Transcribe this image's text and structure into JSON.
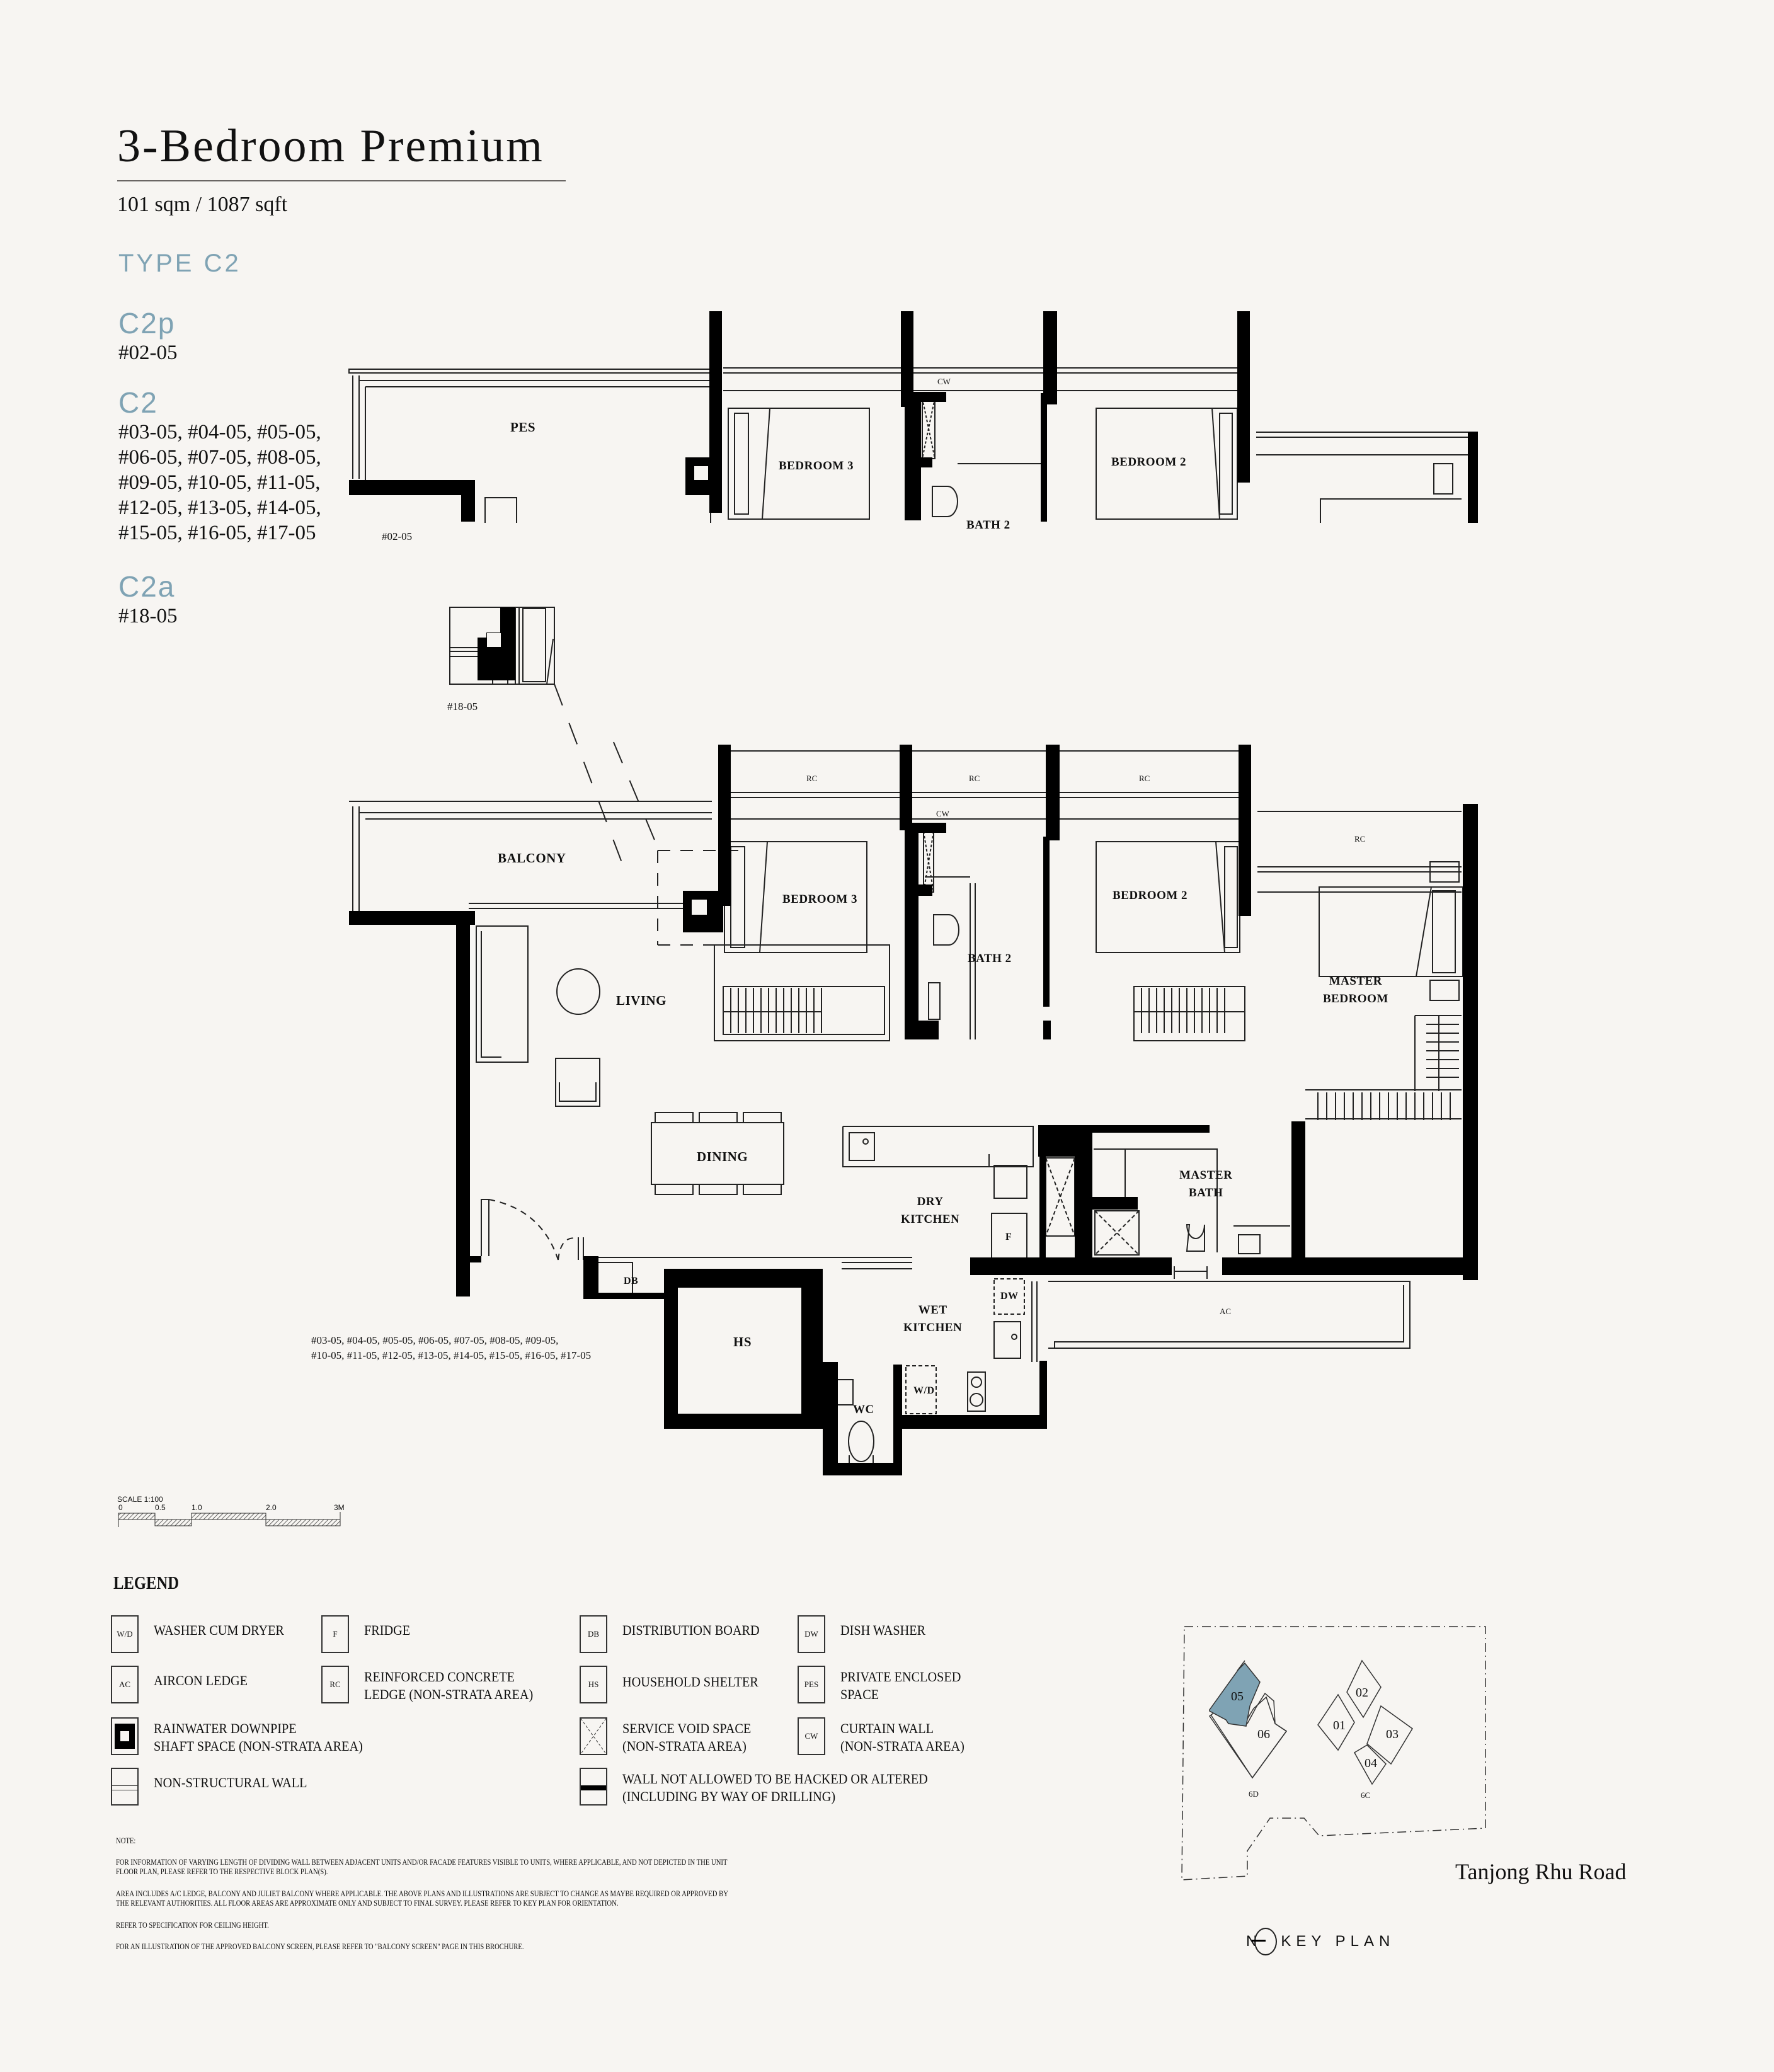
{
  "header": {
    "title": "3-Bedroom Premium",
    "area": "101 sqm / 1087 sqft",
    "type_label": "TYPE C2"
  },
  "variants": [
    {
      "name": "C2p",
      "units": [
        "#02-05"
      ]
    },
    {
      "name": "C2",
      "units": [
        "#03-05, #04-05, #05-05,",
        "#06-05, #07-05, #08-05,",
        "#09-05, #10-05, #11-05,",
        "#12-05, #13-05, #14-05,",
        "#15-05, #16-05, #17-05"
      ]
    },
    {
      "name": "C2a",
      "units": [
        "#18-05"
      ]
    }
  ],
  "plan": {
    "inset_c2p": {
      "unit_label": "#02-05",
      "rooms": {
        "pes": "PES",
        "bedroom3": "BEDROOM 3",
        "bedroom2": "BEDROOM 2",
        "bath2": "BATH 2",
        "cw": "CW"
      }
    },
    "inset_c2a": {
      "unit_label": "#18-05"
    },
    "main": {
      "rooms": {
        "balcony": "BALCONY",
        "living": "LIVING",
        "dining": "DINING",
        "bedroom3": "BEDROOM 3",
        "bath2": "BATH 2",
        "bedroom2": "BEDROOM 2",
        "master_bedroom_1": "MASTER",
        "master_bedroom_2": "BEDROOM",
        "master_bath_1": "MASTER",
        "master_bath_2": "BATH",
        "dry_kitchen_1": "DRY",
        "dry_kitchen_2": "KITCHEN",
        "wet_kitchen_1": "WET",
        "wet_kitchen_2": "KITCHEN",
        "hs": "HS",
        "wc": "WC",
        "db": "DB",
        "dw": "DW",
        "wd": "W/D",
        "f": "F",
        "ac": "AC",
        "cw": "CW",
        "rc": "RC"
      },
      "unit_list": [
        "#03-05, #04-05, #05-05, #06-05, #07-05, #08-05, #09-05,",
        "#10-05, #11-05, #12-05, #13-05, #14-05, #15-05, #16-05, #17-05"
      ]
    }
  },
  "scale": {
    "label": "SCALE 1:100",
    "ticks": [
      "0",
      "0.5",
      "1.0",
      "2.0",
      "3M"
    ]
  },
  "legend": {
    "title": "LEGEND",
    "items": [
      {
        "code": "W/D",
        "label": [
          "WASHER CUM DRYER"
        ]
      },
      {
        "code": "F",
        "label": [
          "FRIDGE"
        ]
      },
      {
        "code": "DB",
        "label": [
          "DISTRIBUTION BOARD"
        ]
      },
      {
        "code": "DW",
        "label": [
          "DISH WASHER"
        ]
      },
      {
        "code": "AC",
        "label": [
          "AIRCON LEDGE"
        ]
      },
      {
        "code": "RC",
        "label": [
          "REINFORCED CONCRETE",
          "LEDGE (NON-STRATA AREA)"
        ]
      },
      {
        "code": "HS",
        "label": [
          "HOUSEHOLD SHELTER"
        ]
      },
      {
        "code": "PES",
        "label": [
          "PRIVATE ENCLOSED",
          "SPACE"
        ]
      },
      {
        "code": "",
        "symbol": "rainwater-downpipe",
        "label": [
          "RAINWATER DOWNPIPE",
          "SHAFT SPACE (NON-STRATA AREA)"
        ]
      },
      {
        "code": "",
        "symbol": "service-void",
        "label": [
          "SERVICE VOID SPACE",
          "(NON-STRATA AREA)"
        ]
      },
      {
        "code": "CW",
        "label": [
          "CURTAIN WALL",
          "(NON-STRATA AREA)"
        ]
      },
      {
        "code": "",
        "symbol": "non-structural-wall",
        "label": [
          "NON-STRUCTURAL WALL"
        ]
      },
      {
        "code": "",
        "symbol": "structural-wall",
        "label": [
          "WALL NOT ALLOWED TO BE HACKED OR ALTERED",
          "(INCLUDING BY WAY OF DRILLING)"
        ]
      }
    ]
  },
  "notes": {
    "heading": "NOTE:",
    "items": [
      [
        "FOR INFORMATION OF VARYING LENGTH OF DIVIDING WALL BETWEEN ADJACENT UNITS AND/OR FACADE FEATURES VISIBLE TO UNITS, WHERE APPLICABLE, AND NOT DEPICTED IN THE UNIT",
        "FLOOR PLAN, PLEASE REFER TO THE RESPECTIVE BLOCK PLAN(S)."
      ],
      [
        "AREA INCLUDES A/C LEDGE, BALCONY AND JULIET BALCONY WHERE APPLICABLE. THE ABOVE PLANS AND ILLUSTRATIONS ARE SUBJECT TO CHANGE AS MAYBE REQUIRED OR APPROVED BY",
        "THE RELEVANT AUTHORITIES. ALL FLOOR AREAS ARE APPROXIMATE ONLY AND SUBJECT TO FINAL SURVEY. PLEASE REFER TO KEY PLAN FOR ORIENTATION."
      ],
      [
        "REFER TO SPECIFICATION FOR CEILING HEIGHT."
      ],
      [
        "FOR AN ILLUSTRATION OF THE APPROVED BALCONY SCREEN, PLEASE REFER TO \"BALCONY SCREEN\" PAGE IN THIS BROCHURE."
      ]
    ]
  },
  "key_plan": {
    "caption": "KEY PLAN",
    "north": "N",
    "road": "Tanjong Rhu Road",
    "blocks": [
      {
        "name": "6D",
        "units": [
          "05",
          "06"
        ]
      },
      {
        "name": "6C",
        "units": [
          "01",
          "02",
          "03",
          "04"
        ]
      }
    ],
    "highlighted_unit": "05",
    "highlight_color": "#7fa3b4"
  },
  "colors": {
    "background": "#f7f5f2",
    "accent": "#7fa3b4",
    "wall": "#000000"
  }
}
